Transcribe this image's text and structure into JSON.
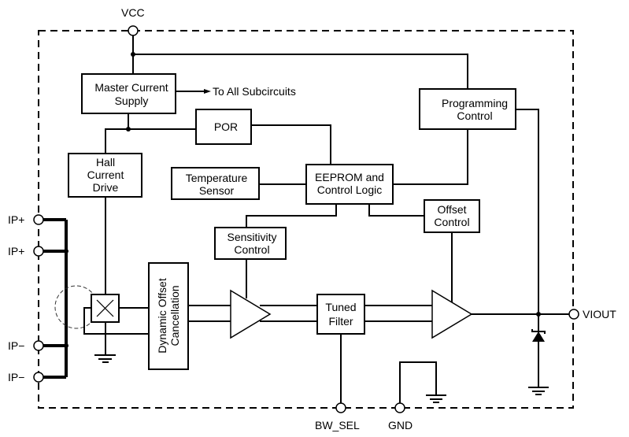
{
  "diagram": {
    "title": "Functional Block Diagram",
    "pins": {
      "vcc": "VCC",
      "ip_plus_1": "IP+",
      "ip_plus_2": "IP+",
      "ip_minus_1": "IP−",
      "ip_minus_2": "IP−",
      "viout": "VIOUT",
      "bw_sel": "BW_SEL",
      "gnd": "GND"
    },
    "blocks": {
      "master_current_supply": [
        "Master Current",
        "Supply"
      ],
      "por": [
        "POR"
      ],
      "hall_current_drive": [
        "Hall",
        "Current",
        "Drive"
      ],
      "temperature_sensor": [
        "Temperature",
        "Sensor"
      ],
      "eeprom_control_logic": [
        "EEPROM and",
        "Control Logic"
      ],
      "programming_control": [
        "Programming",
        "Control"
      ],
      "offset_control": [
        "Offset",
        "Control"
      ],
      "sensitivity_control": [
        "Sensitivity",
        "Control"
      ],
      "dynamic_offset_cancellation": [
        "Dynamic Offset",
        "Cancellation"
      ],
      "tuned_filter": [
        "Tuned",
        "Filter"
      ]
    },
    "annotations": {
      "to_all_subcircuits": "To All Subcircuits"
    }
  }
}
